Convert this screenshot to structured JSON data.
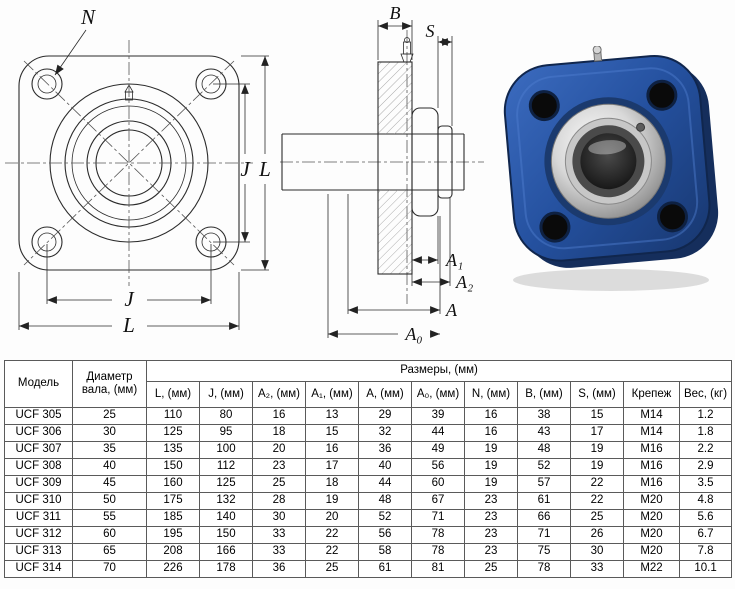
{
  "drawings": {
    "front_view": {
      "label_n": "N",
      "label_j": "J",
      "label_l": "L"
    },
    "side_view": {
      "label_b": "B",
      "label_s": "S",
      "label_a1": "A₁",
      "label_a2": "A₂",
      "label_a": "A",
      "label_a0": "A₀"
    },
    "photo": {
      "name": "ucf-flanged-bearing-unit-photo",
      "flange_color": "#24509e",
      "bearing_color": "#c0c0c0"
    }
  },
  "table": {
    "header": {
      "model": "Модель",
      "shaft_diameter": "Диаметр вала, (мм)",
      "sizes_group": "Размеры, (мм)",
      "columns": [
        "L, (мм)",
        "J, (мм)",
        "A₂, (мм)",
        "A₁, (мм)",
        "A, (мм)",
        "A₀, (мм)",
        "N, (мм)",
        "B, (мм)",
        "S, (мм)",
        "Крепеж",
        "Вес, (кг)"
      ]
    },
    "rows": [
      [
        "UCF 305",
        "25",
        "110",
        "80",
        "16",
        "13",
        "29",
        "39",
        "16",
        "38",
        "15",
        "M14",
        "1.2"
      ],
      [
        "UCF 306",
        "30",
        "125",
        "95",
        "18",
        "15",
        "32",
        "44",
        "16",
        "43",
        "17",
        "M14",
        "1.8"
      ],
      [
        "UCF 307",
        "35",
        "135",
        "100",
        "20",
        "16",
        "36",
        "49",
        "19",
        "48",
        "19",
        "M16",
        "2.2"
      ],
      [
        "UCF 308",
        "40",
        "150",
        "112",
        "23",
        "17",
        "40",
        "56",
        "19",
        "52",
        "19",
        "M16",
        "2.9"
      ],
      [
        "UCF 309",
        "45",
        "160",
        "125",
        "25",
        "18",
        "44",
        "60",
        "19",
        "57",
        "22",
        "M16",
        "3.5"
      ],
      [
        "UCF 310",
        "50",
        "175",
        "132",
        "28",
        "19",
        "48",
        "67",
        "23",
        "61",
        "22",
        "M20",
        "4.8"
      ],
      [
        "UCF 311",
        "55",
        "185",
        "140",
        "30",
        "20",
        "52",
        "71",
        "23",
        "66",
        "25",
        "M20",
        "5.6"
      ],
      [
        "UCF 312",
        "60",
        "195",
        "150",
        "33",
        "22",
        "56",
        "78",
        "23",
        "71",
        "26",
        "M20",
        "6.7"
      ],
      [
        "UCF 313",
        "65",
        "208",
        "166",
        "33",
        "22",
        "58",
        "78",
        "23",
        "75",
        "30",
        "M20",
        "7.8"
      ],
      [
        "UCF 314",
        "70",
        "226",
        "178",
        "36",
        "25",
        "61",
        "81",
        "25",
        "78",
        "33",
        "M22",
        "10.1"
      ]
    ]
  }
}
